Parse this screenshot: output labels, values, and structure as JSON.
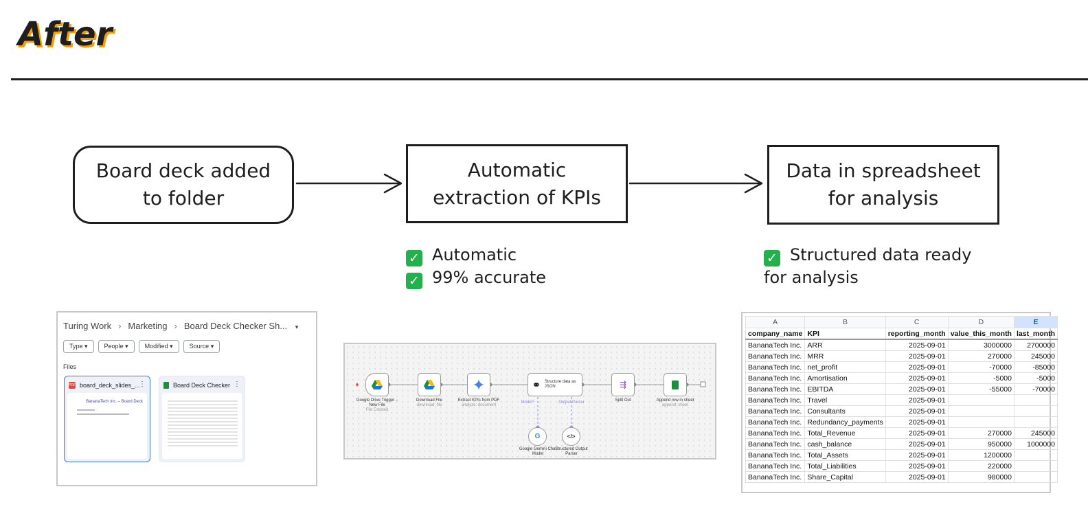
{
  "title": "After",
  "flow": {
    "step1": "Board deck added\nto folder",
    "step2": "Automatic\nextraction of KPIs",
    "step3": "Data in spreadsheet\nfor analysis"
  },
  "notes": {
    "middle": [
      "Automatic",
      "99% accurate"
    ],
    "right": [
      "Structured data ready",
      "for analysis"
    ]
  },
  "drive": {
    "breadcrumb": [
      "Turing Work",
      "Marketing",
      "Board Deck Checker Sh..."
    ],
    "filters": [
      "Type",
      "People",
      "Modified",
      "Source"
    ],
    "section": "Files",
    "files": [
      {
        "name": "board_deck_slides_...",
        "preview_title": "BananaTech Inc. – Board Deck"
      },
      {
        "name": "Board Deck Checker"
      }
    ]
  },
  "workflow": {
    "nodes": [
      {
        "name": "Google Drive Trigger –\nNew File",
        "sub": "File Created"
      },
      {
        "name": "Download File",
        "sub": "download: file"
      },
      {
        "name": "Extract KPIs from PDF",
        "sub": "analyze: document"
      },
      {
        "name": "Structure data as\nJSON",
        "sub": ""
      },
      {
        "name": "Split Out",
        "sub": ""
      },
      {
        "name": "Append row in sheet",
        "sub": "append: sheet"
      }
    ],
    "connectors": [
      "Model*",
      "Output Parser"
    ],
    "subnodes": [
      {
        "name": "Google Gemini Chat\nModel"
      },
      {
        "name": "Structured Output\nParser"
      }
    ]
  },
  "spreadsheet": {
    "column_letters": [
      "A",
      "B",
      "C",
      "D",
      "E"
    ],
    "headers": [
      "company_name",
      "KPI",
      "reporting_month",
      "value_this_month",
      "last_month"
    ],
    "rows": [
      [
        "BananaTech Inc.",
        "ARR",
        "2025-09-01",
        "3000000",
        "2700000"
      ],
      [
        "BananaTech Inc.",
        "MRR",
        "2025-09-01",
        "270000",
        "245000"
      ],
      [
        "BananaTech Inc.",
        "net_profit",
        "2025-09-01",
        "-70000",
        "-85000"
      ],
      [
        "BananaTech Inc.",
        "Amortisation",
        "2025-09-01",
        "-5000",
        "-5000"
      ],
      [
        "BananaTech Inc.",
        "EBITDA",
        "2025-09-01",
        "-55000",
        "-70000"
      ],
      [
        "BananaTech Inc.",
        "Travel",
        "2025-09-01",
        "",
        ""
      ],
      [
        "BananaTech Inc.",
        "Consultants",
        "2025-09-01",
        "",
        ""
      ],
      [
        "BananaTech Inc.",
        "Redundancy_payments",
        "2025-09-01",
        "",
        ""
      ],
      [
        "BananaTech Inc.",
        "Total_Revenue",
        "2025-09-01",
        "270000",
        "245000"
      ],
      [
        "BananaTech Inc.",
        "cash_balance",
        "2025-09-01",
        "950000",
        "1000000"
      ],
      [
        "BananaTech Inc.",
        "Total_Assets",
        "2025-09-01",
        "1200000",
        ""
      ],
      [
        "BananaTech Inc.",
        "Total_Liabilities",
        "2025-09-01",
        "220000",
        ""
      ],
      [
        "BananaTech Inc.",
        "Share_Capital",
        "2025-09-01",
        "980000",
        ""
      ]
    ]
  }
}
